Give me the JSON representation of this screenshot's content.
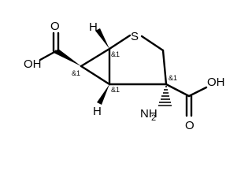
{
  "molecule": {
    "atoms": {
      "sulfur": "S",
      "oh_left": "OH",
      "o_left": "O",
      "oh_right": "OH",
      "o_right": "O",
      "h_top": "H",
      "h_bottom": "H",
      "amino": "NH",
      "amino_sub": "2"
    },
    "stereo_labels": {
      "c1": "&1",
      "c6": "&1",
      "c5": "&1",
      "c4": "&1"
    }
  }
}
